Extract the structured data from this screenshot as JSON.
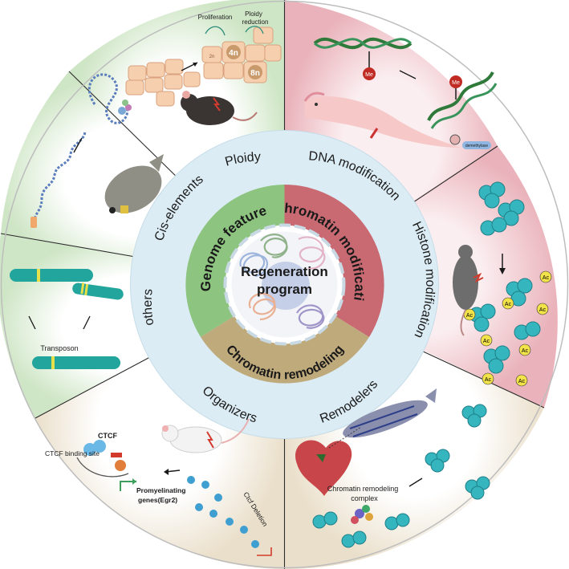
{
  "center": {
    "line1": "Regeneration",
    "line2": "program"
  },
  "inner_ring": {
    "genome_feature": "Genome feature",
    "chromatin_modification": "Chromatin modification",
    "chromatin_remodeling": "Chromatin remodeling"
  },
  "middle_ring": {
    "ploidy": "Ploidy",
    "cis_elements": "Cis-elements",
    "others": "others",
    "dna_modification": "DNA modification",
    "histone_modification": "Histone modification",
    "organizers": "Organizers",
    "remodelers": "Remodelers"
  },
  "ploidy_panel": {
    "proliferation": "Proliferation",
    "ploidy_reduction_1": "Ploidy",
    "ploidy_reduction_2": "reduction",
    "cell_2n": "2n",
    "cell_4n": "4n",
    "cell_8n": "8n"
  },
  "dna_panel": {
    "me": "Me",
    "demethylase": "demethylase"
  },
  "histone_panel": {
    "ac": "Ac"
  },
  "others_panel": {
    "transposon": "Transposon"
  },
  "organizers_panel": {
    "ctcf": "CTCF",
    "ctcf_binding_site": "CTCF binding site",
    "promyelinating_1": "Promyelinating",
    "promyelinating_2": "genes(Egr2)",
    "ctcf_deletion": "Ctcf Deletion"
  },
  "remodelers_panel": {
    "complex_1": "Chromatin remodeling",
    "complex_2": "complex"
  },
  "colors": {
    "genome_green": "#8dc47f",
    "chromatin_mod_red": "#c96a72",
    "remodeling_tan": "#bfaa7c",
    "ring_blue": "#dcecf4"
  }
}
